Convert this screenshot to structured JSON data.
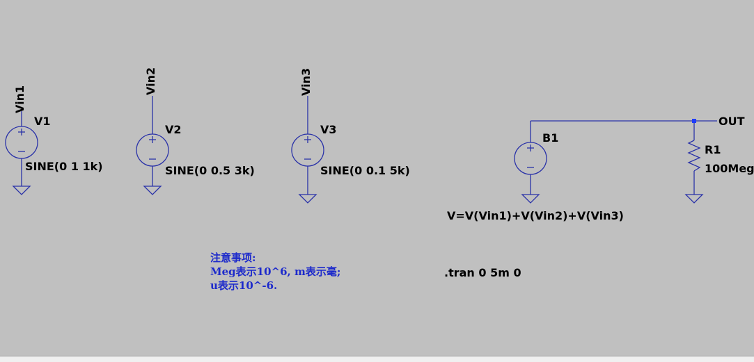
{
  "colors": {
    "canvas": "#c0c0c0",
    "wire": "#2a32a8",
    "text": "#000000",
    "comment": "#1d2acb"
  },
  "components": {
    "v1": {
      "name": "V1",
      "value": "SINE(0 1 1k)",
      "net": "Vin1"
    },
    "v2": {
      "name": "V2",
      "value": "SINE(0 0.5 3k)",
      "net": "Vin2"
    },
    "v3": {
      "name": "V3",
      "value": "SINE(0 0.1 5k)",
      "net": "Vin3"
    },
    "b1": {
      "name": "B1",
      "value": "V=V(Vin1)+V(Vin2)+V(Vin3)"
    },
    "r1": {
      "name": "R1",
      "value": "100Meg"
    }
  },
  "output_net": "OUT",
  "directive": ".tran 0 5m 0",
  "note": {
    "line1": "注意事项:",
    "line2": "Meg表示10^6, m表示毫;",
    "line3": "u表示10^-6."
  }
}
